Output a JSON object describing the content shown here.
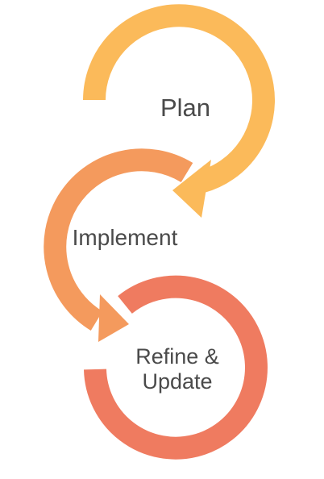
{
  "diagram": {
    "steps": [
      {
        "label": "Plan",
        "color": "#FBBA5A"
      },
      {
        "label": "Implement",
        "color": "#F49A5D"
      },
      {
        "label_line1": "Refine &",
        "label_line2": "Update",
        "color": "#EF7B60"
      }
    ]
  }
}
